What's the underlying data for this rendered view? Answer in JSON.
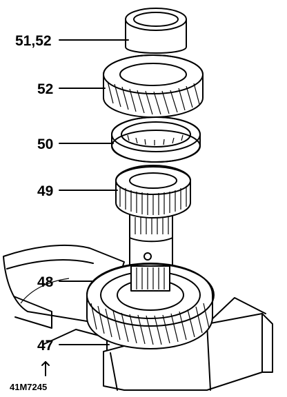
{
  "labels": {
    "bearing": "51,52",
    "gear_top": "52",
    "synchro_ring": "50",
    "gear_mid": "49",
    "gear_bottom": "48",
    "housing": "47"
  },
  "figure_id": "41M7245",
  "colors": {
    "ink": "#000000",
    "paper": "#ffffff"
  }
}
